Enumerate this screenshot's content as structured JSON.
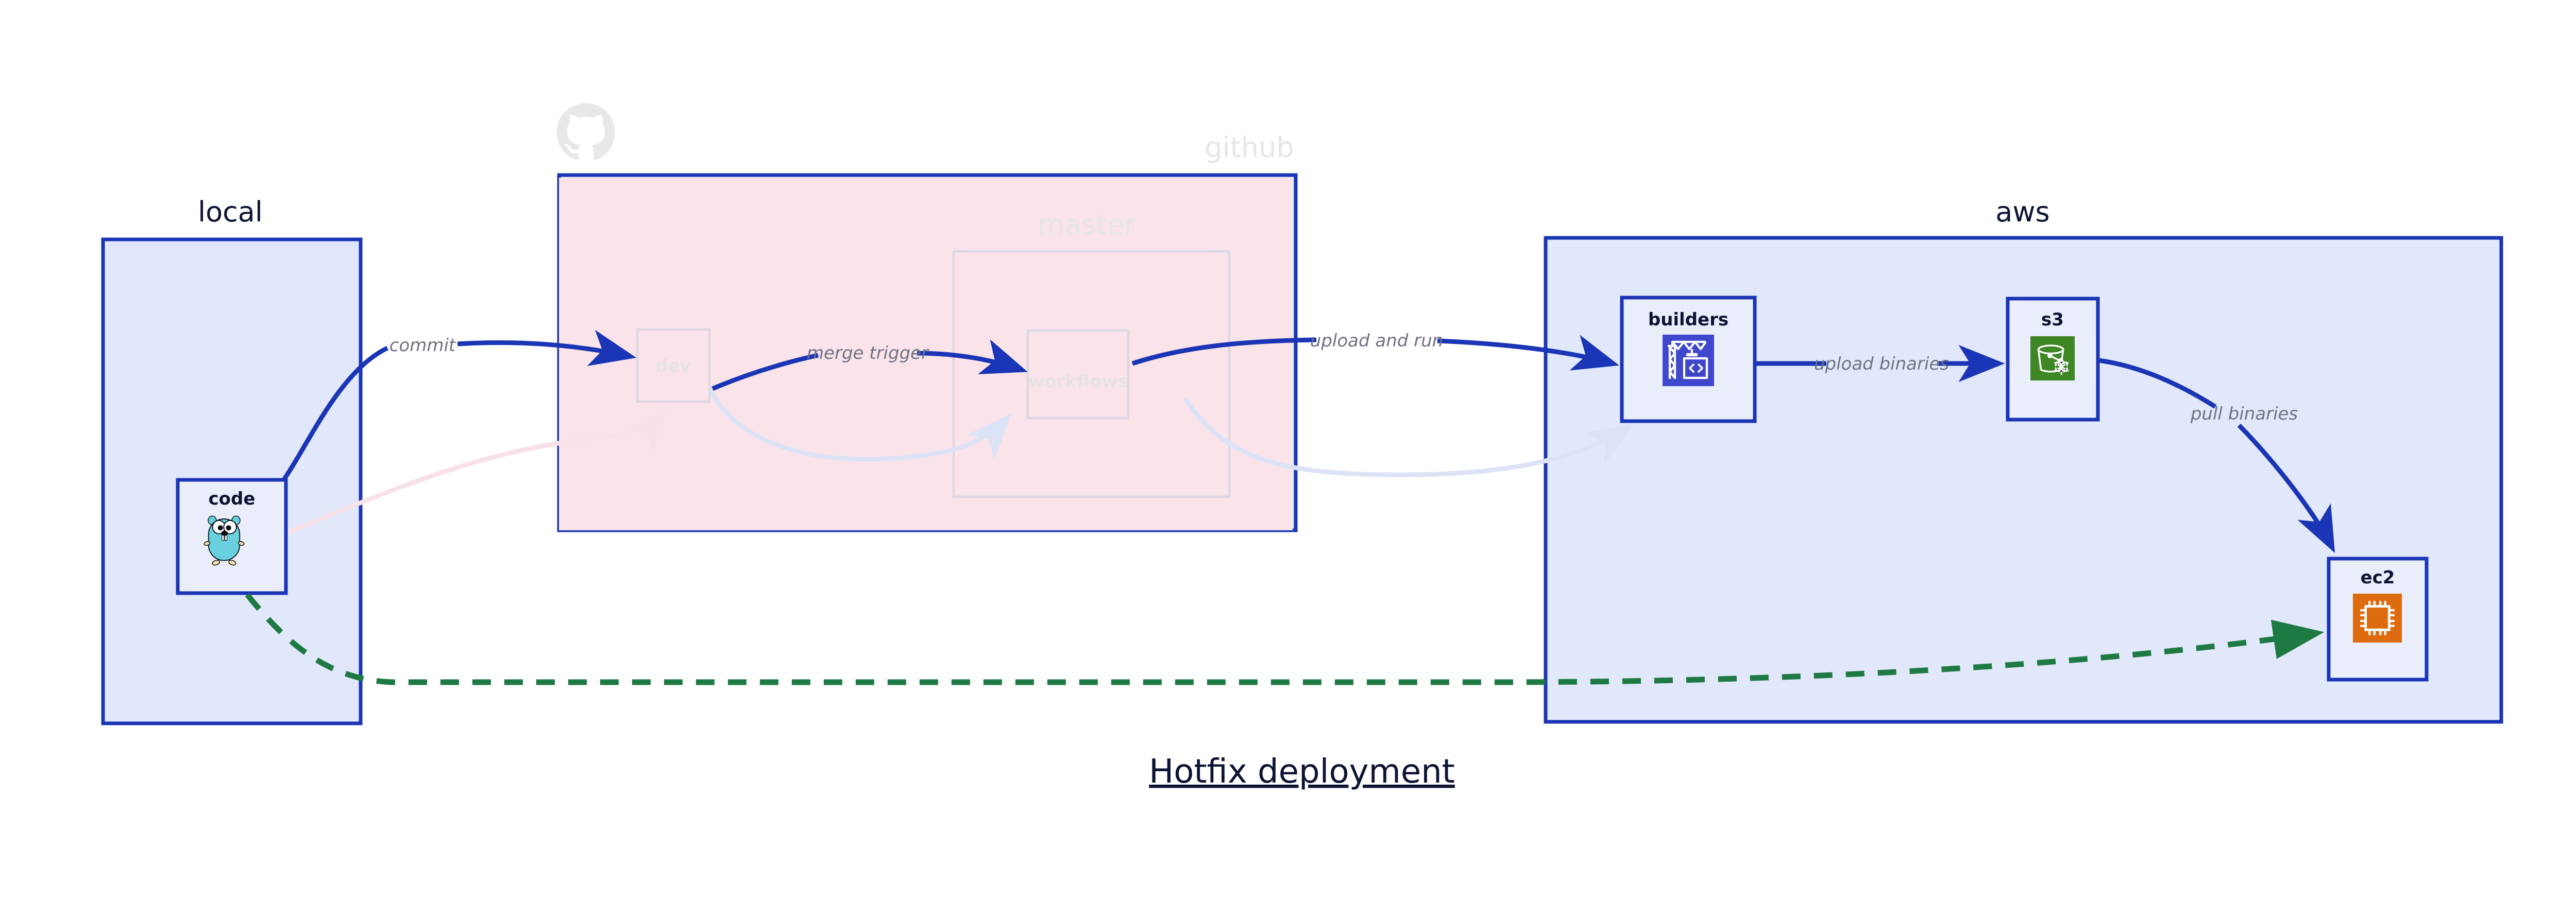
{
  "diagram": {
    "title": "Hotfix deployment",
    "groups": [
      {
        "id": "local",
        "label": "local",
        "faded": false
      },
      {
        "id": "github",
        "label": "github",
        "faded": true
      },
      {
        "id": "aws",
        "label": "aws",
        "faded": false
      }
    ],
    "subgroups": [
      {
        "id": "master",
        "label": "master",
        "parent": "github",
        "faded": true
      }
    ],
    "nodes": [
      {
        "id": "code",
        "label": "code",
        "group": "local",
        "icon": "go-gopher-icon",
        "faded": false
      },
      {
        "id": "dev",
        "label": "dev",
        "group": "github",
        "icon": "none",
        "faded": true
      },
      {
        "id": "workflows",
        "label": "workflows",
        "group": "master",
        "icon": "none",
        "faded": true
      },
      {
        "id": "builders",
        "label": "builders",
        "group": "aws",
        "icon": "aws-codebuild-icon",
        "faded": false
      },
      {
        "id": "s3",
        "label": "s3",
        "group": "aws",
        "icon": "aws-s3-glacier-icon",
        "faded": false
      },
      {
        "id": "ec2",
        "label": "ec2",
        "group": "aws",
        "icon": "aws-ec2-icon",
        "faded": false
      }
    ],
    "edges": [
      {
        "id": "e-commit",
        "from": "code",
        "to": "dev",
        "label": "commit",
        "style": "solid",
        "highlighted": true
      },
      {
        "id": "e-merge-trigger",
        "from": "dev",
        "to": "workflows",
        "label": "merge trigger",
        "style": "solid",
        "highlighted": true
      },
      {
        "id": "e-upload-and-run",
        "from": "workflows",
        "to": "builders",
        "label": "upload and run",
        "style": "solid",
        "highlighted": true
      },
      {
        "id": "e-upload-binaries",
        "from": "builders",
        "to": "s3",
        "label": "upload binaries",
        "style": "solid",
        "highlighted": true
      },
      {
        "id": "e-pull-binaries",
        "from": "s3",
        "to": "ec2",
        "label": "pull binaries",
        "style": "solid",
        "highlighted": true
      },
      {
        "id": "e-hotfix-direct",
        "from": "code",
        "to": "ec2",
        "label": "",
        "style": "dashed-green",
        "highlighted": true
      },
      {
        "id": "e-dim-code-dev",
        "from": "code",
        "to": "dev",
        "label": "",
        "style": "faint-pink",
        "highlighted": false
      },
      {
        "id": "e-dim-dev-wf",
        "from": "dev",
        "to": "workflows",
        "label": "",
        "style": "faint-blue",
        "highlighted": false
      },
      {
        "id": "e-dim-wf-builders",
        "from": "workflows",
        "to": "builders",
        "label": "",
        "style": "faint-blue",
        "highlighted": false
      }
    ],
    "icons": {
      "github_logo": "github-octocat-icon"
    },
    "colors": {
      "group_fill": "#e2e8fb",
      "group_stroke": "#1a35b5",
      "node_fill": "#eaeefb",
      "edge": "#1a35b5",
      "edge_label": "#6f7285",
      "dashed_edge": "#1d7a42",
      "dim_overlay": "#fae4e9",
      "faded_text": "#e6e6e6",
      "title": "#0d1333",
      "aws_codebuild": "#3f48cc",
      "aws_s3": "#3f8624",
      "aws_ec2": "#dd6b10",
      "gopher_body": "#68d0de"
    }
  }
}
